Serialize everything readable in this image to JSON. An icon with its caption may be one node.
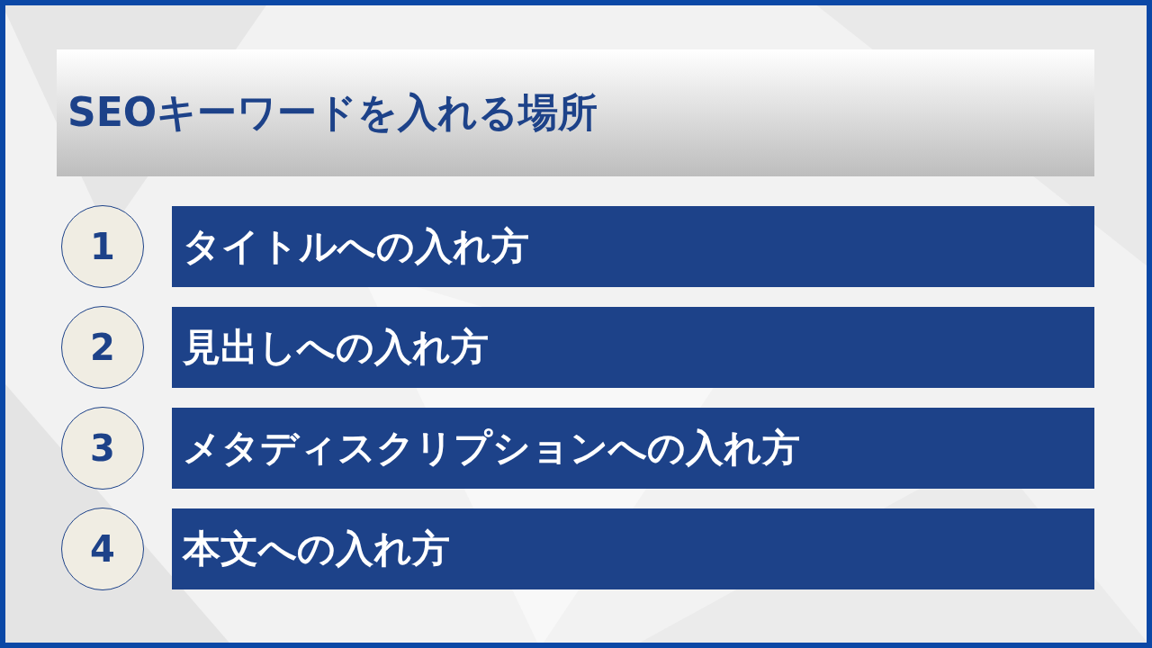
{
  "diagram": {
    "title": "SEOキーワードを入れる場所",
    "nodes": [
      {
        "text": [
          "1"
        ]
      },
      {
        "text": [
          "タイトルへの入れ方"
        ]
      },
      {
        "text": [
          "2"
        ]
      },
      {
        "text": [
          "見出しへの入れ方"
        ]
      },
      {
        "text": [
          "3"
        ]
      },
      {
        "text": [
          "メタディスクリプションへの入れ方"
        ]
      },
      {
        "text": [
          "4"
        ]
      },
      {
        "text": [
          "本文への入れ方"
        ]
      }
    ]
  }
}
